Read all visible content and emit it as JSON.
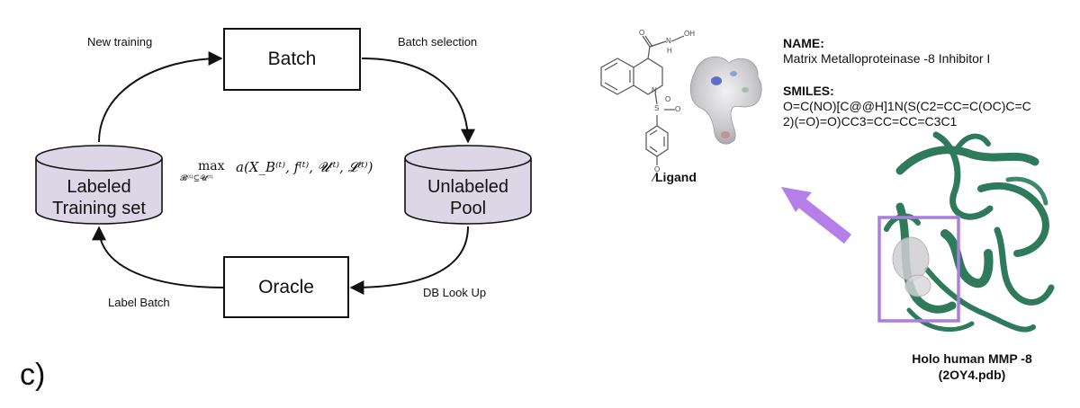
{
  "active_learning": {
    "batch_label": "Batch",
    "oracle_label": "Oracle",
    "labeled_label_line1": "Labeled",
    "labeled_label_line2": "Training set",
    "unlabeled_label_line1": "Unlabeled",
    "unlabeled_label_line2": "Pool",
    "edge_new_training": "New training",
    "edge_batch_selection": "Batch selection",
    "edge_db_lookup": "DB Look Up",
    "edge_label_batch": "Label Batch",
    "formula_max": "max",
    "formula_subscript": "𝓑⁽ᵗ⁾⊆𝓤⁽ᵗ⁾",
    "formula_body": "a(X_B⁽ᵗ⁾, f⁽ᵗ⁾, 𝓤⁽ᵗ⁾, 𝓛⁽ᵗ⁾)",
    "panel_label": "c)"
  },
  "molecule": {
    "name_heading": "NAME:",
    "name_value": "Matrix Metalloproteinase -8 Inhibitor  I",
    "smiles_heading": "SMILES:",
    "smiles_line1": "O=C(NO)[C@@H]1N(S(C2=CC=C(OC)C=C",
    "smiles_line2": "2)(=O)=O)CC3=CC=CC=C3C1",
    "ligand_caption": "Ligand",
    "protein_caption_line1": "Holo human MMP  -8",
    "protein_caption_line2": "(2OY4.pdb)",
    "atom_o1": "O",
    "atom_n1": "N",
    "atom_oh": "OH",
    "atom_h": "H",
    "atom_n2": "N",
    "atom_s": "S",
    "atom_o2": "O",
    "atom_o3": "O",
    "atom_o4": "O"
  },
  "colors": {
    "cylinder_fill": "#ddd6e6",
    "protein_green": "#2e7a5a",
    "highlight_purple": "#a97ee0",
    "arrow_purple": "#b57ee8"
  }
}
